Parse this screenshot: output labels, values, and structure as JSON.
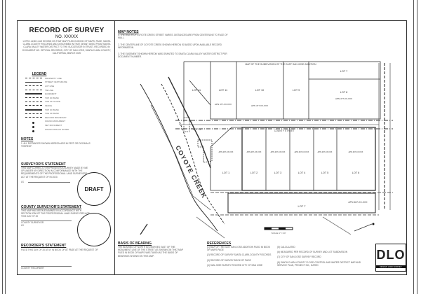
{
  "title": "RECORD OF SURVEY",
  "number": "NO. XXXXX",
  "description": "LOTS 1 AND 11 AS SHOWN ON THAT MAP FILED IN BOOK OF MAPS, PAGE, SANTA CLARA COUNTY RECORDS AND DESCRIBED IN THAT GRANT DEED FROM SANTA CLARA VALLEY WATER DISTRICT TO THE SUCCESSOR IN TRUST, RECORDED IN DOCUMENT NO. OFFICIAL RECORDS, CITY OF SAN JOSE, SANTA CLARA COUNTY, CALIFORNIA, MARCH 2020",
  "legend": {
    "heading": "LEGEND",
    "items": [
      "PROPERTY LINE",
      "STREET CENTERLINE",
      "LOT LINE",
      "TIE LINE",
      "EASEMENT",
      "TOP OF BANK",
      "TOE OF SLOPE",
      "FENCE",
      "TOP OF BANK",
      "TOE OF BANK",
      "RECORD BOUNDARY",
      "FOUND MONUMENT",
      "SET MONUMENT",
      "FOUND PIPE AS NOTED"
    ]
  },
  "notes": {
    "heading": "NOTES",
    "text": "1. ALL DISTANCES SHOWN HEREON ARE IN FEET OR DECIMALS THEREOF."
  },
  "surveyor": {
    "heading": "SURVEYOR'S STATEMENT",
    "text": "THIS MAP CORRECTLY REPRESENTS A SURVEY MADE BY ME OR UNDER MY DIRECTION IN CONFORMANCE WITH THE REQUIREMENTS OF THE PROFESSIONAL LAND SURVEYORS ACT AT THE REQUEST OF IN 2020.",
    "sig_label": "LS",
    "stamp": "DRAFT"
  },
  "county": {
    "heading": "COUNTY SURVEYOR'S STATEMENT",
    "text": "THIS MAP HAS BEEN EXAMINED IN ACCORDANCE WITH SECTION 8766 OF THE PROFESSIONAL LAND SURVEYORS ACT THIS DAY OF 20",
    "sig_label": "COUNTY SURVEYOR",
    "ls": "LS"
  },
  "recorder": {
    "heading": "RECORDER'S STATEMENT",
    "text": "FILED THIS DAY OF 20 AT M. IN BOOK OF AT PAGE AT THE REQUEST OF",
    "sig_label": "COUNTY RECORDER"
  },
  "map_notes": {
    "heading": "MAP NOTES",
    "items": [
      "1. THE WIDTH OF COYOTE CREEK STREET VARIES. DISTANCES ARE FROM CENTERLINE TO FACE OF WALL.",
      "2. THE CENTERLINE OF COYOTE CREEK SHOWN HEREON IS BASED UPON AVAILABLE RECORD INFORMATION.",
      "3. THE EASEMENT SHOWN HEREON WAS GRANTED TO SANTA CLARA VALLEY WATER DISTRICT PER DOCUMENT NUMBER."
    ]
  },
  "map": {
    "creek_label": "COYOTE CREEK",
    "top_lots": [
      "LOT 11",
      "LOT 11",
      "LOT 10",
      "LOT 9",
      "LOT 7",
      "LOT 8"
    ],
    "top_apn": [
      "APN 477-XX-XXX",
      "APN 477-XX-XXX",
      "APN 477-XX-XXX"
    ],
    "tract_label": "MAP OF THE SUBDIVISION OF THE EAST SAN JOSE ADDITION",
    "street_label": "COUNTY STREET",
    "bottom_lots": [
      "LOT 1",
      "LOT 2",
      "LOT 3",
      "LOT 4",
      "LOT 5",
      "LOT 6"
    ],
    "bottom_apn": [
      "APN 467-XX-XXX",
      "APN 467-XX-XXX",
      "APN 467-XX-XXX",
      "APN 467-XX-XXX",
      "APN 467-XX-XXX",
      "APN 467-XX-XXX"
    ],
    "south_lot": "LOT 7",
    "south_apn": "APN 467-XX-XXX",
    "lot12": "LOT 12",
    "scale_label": "SCALE 1\" = 40'"
  },
  "basis": {
    "heading": "BASIS OF BEARING",
    "text": "THE BEARING OF NORTH 60 DEGREES EAST OF THE MONUMENT LINE OF THE STREET AS SHOWN ON THAT MAP FILED IN BOOK OF MAPS WAS TAKEN AS THE BASIS OF BEARINGS SHOWN ON THIS MAP."
  },
  "references": {
    "heading": "REFERENCES",
    "items": [
      "(1) MAP OF THE EAST SAN JOSE ADDITION FILED IN BOOK OF MAPS PAGE",
      "(2) RECORD OF SURVEY SANTA CLARA COUNTY RECORDS",
      "(3) RECORD OF SURVEY BOOK OF PAGE",
      "(4) SAN JOSE SURVEY RECORD CITY OF SAN JOSE",
      "(5) CALCULATED",
      "(6) MEASURED PER RECORD OF SURVEY AND LOT SUBDIVISION",
      "(7) CITY OF SAN JOSE SURVEY RECORD",
      "(8) SANTA CLARA COUNTY FLOOD CONTROL AND WATER DISTRICT MAP AND SERVICE PLAN, PROJECT NO., DATED"
    ]
  },
  "logo": {
    "letters": "DLO",
    "caption": "DESIGN LAND SURVEY"
  }
}
